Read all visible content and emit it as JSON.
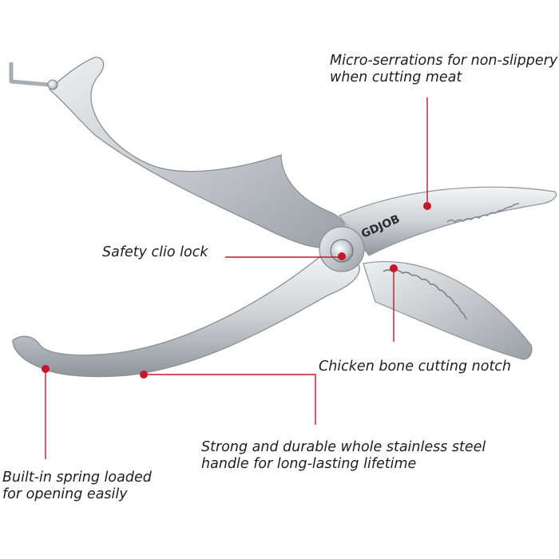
{
  "brand": {
    "logo_text": "GDJOB"
  },
  "colors": {
    "accent": "#c4172c",
    "steel": "#c7cbce",
    "text": "#1e1e1e"
  },
  "callouts": {
    "serrations": {
      "line1": "Micro-serrations for non-slippery",
      "line2": "when cutting meat"
    },
    "safety_lock": {
      "text": "Safety clio lock"
    },
    "bone_notch": {
      "text": "Chicken bone cutting notch"
    },
    "handle": {
      "line1": "Strong and durable whole stainless steel",
      "line2": "handle for long-lasting lifetime"
    },
    "spring": {
      "line1": "Built-in spring loaded",
      "line2": "for opening easily"
    }
  }
}
